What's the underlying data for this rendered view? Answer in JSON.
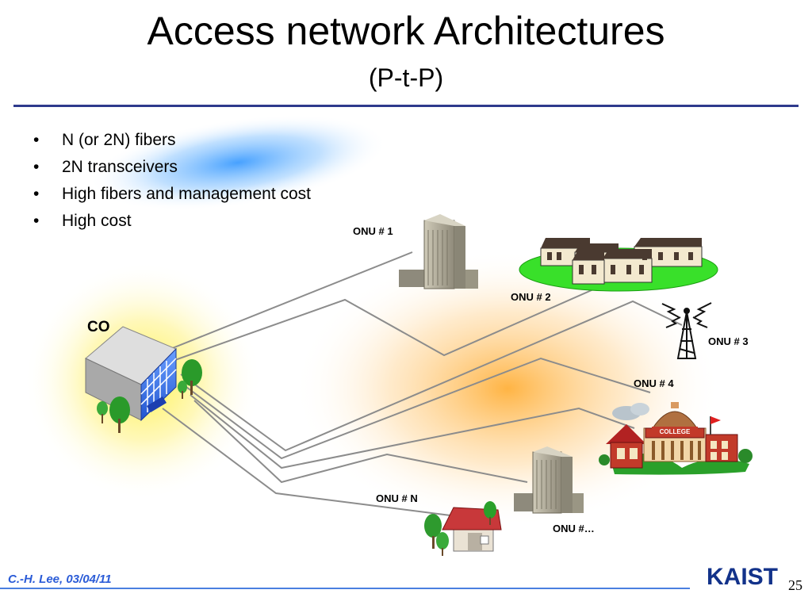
{
  "slide": {
    "title": "Access network Architectures",
    "subtitle": "(P-t-P)",
    "bullets": [
      "N (or 2N) fibers",
      "2N transceivers",
      "High fibers and management cost",
      "High cost"
    ]
  },
  "diagram": {
    "co_label": "CO",
    "onu_labels": {
      "onu1": "ONU # 1",
      "onu2": "ONU # 2",
      "onu3": "ONU # 3",
      "onu4": "ONU # 4",
      "onun": "ONU # N",
      "onu_more": "ONU #…"
    },
    "college_sign": "COLLEGE"
  },
  "footer": {
    "author": "C.-H. Lee, 03/04/11",
    "page": "25",
    "logo_text": "KAIST"
  },
  "colors": {
    "title_rule": "#2e3a8c",
    "footer_accent": "#2a5bd7",
    "fiber_line": "#8a8a8a",
    "co_glow": "#ffe94a",
    "network_glow": "#ffb24a",
    "bullet_highlight": "#4aa8ff"
  }
}
